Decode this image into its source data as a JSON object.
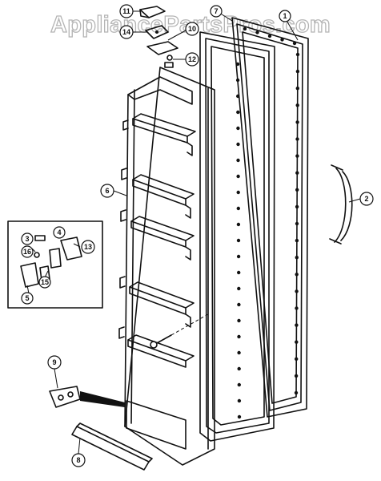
{
  "watermark": "AppliancePartsPros.com",
  "callouts": [
    {
      "id": "c11",
      "label": "11"
    },
    {
      "id": "c14",
      "label": "14"
    },
    {
      "id": "c10",
      "label": "10"
    },
    {
      "id": "c12",
      "label": "12"
    },
    {
      "id": "c7",
      "label": "7"
    },
    {
      "id": "c1",
      "label": "1"
    },
    {
      "id": "c6",
      "label": "6"
    },
    {
      "id": "c2",
      "label": "2"
    },
    {
      "id": "c3",
      "label": "3"
    },
    {
      "id": "c4",
      "label": "4"
    },
    {
      "id": "c13",
      "label": "13"
    },
    {
      "id": "c16",
      "label": "16"
    },
    {
      "id": "c15",
      "label": "15"
    },
    {
      "id": "c5",
      "label": "5"
    },
    {
      "id": "c9",
      "label": "9"
    },
    {
      "id": "c8",
      "label": "8"
    }
  ]
}
